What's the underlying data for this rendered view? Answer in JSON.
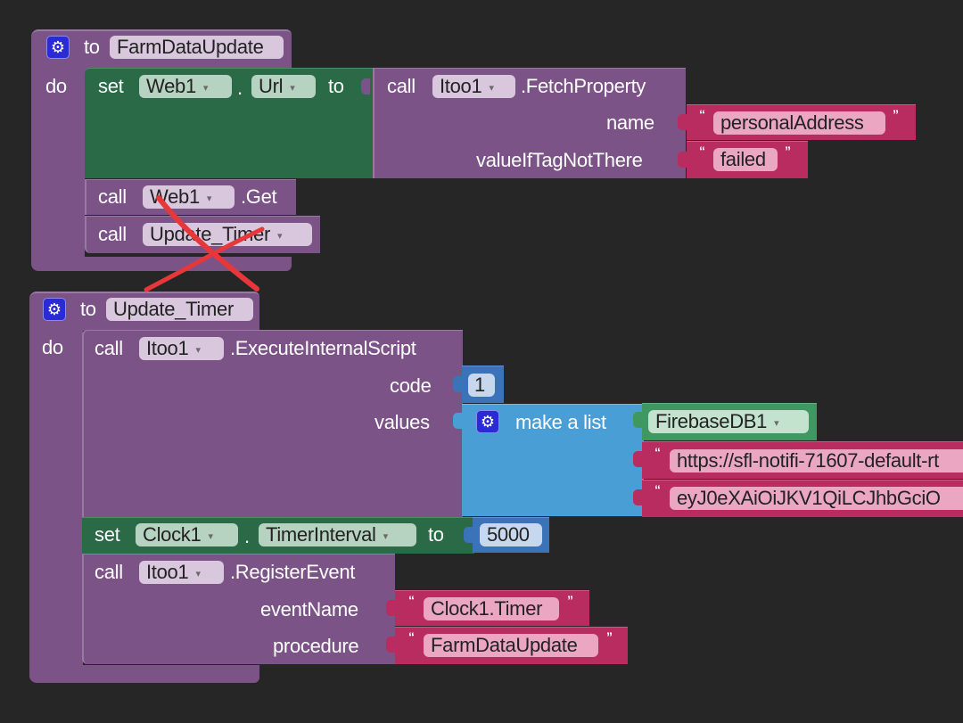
{
  "procedures": [
    {
      "keyword_to": "to",
      "name": "FarmDataUpdate",
      "keyword_do": "do",
      "statements": {
        "set_url": {
          "keyword_set": "set",
          "component": "Web1",
          "dot": ".",
          "property": "Url",
          "keyword_to": "to",
          "value_call": {
            "keyword_call": "call",
            "component": "Itoo1",
            "method": ".FetchProperty",
            "args": [
              {
                "label": "name",
                "value": "personalAddress"
              },
              {
                "label": "valueIfTagNotThere",
                "value": "failed"
              }
            ]
          }
        },
        "call_get": {
          "keyword_call": "call",
          "component": "Web1",
          "method": ".Get"
        },
        "call_proc": {
          "keyword_call": "call",
          "procedure": "Update_Timer"
        }
      }
    },
    {
      "keyword_to": "to",
      "name": "Update_Timer",
      "keyword_do": "do",
      "statements": {
        "execute": {
          "keyword_call": "call",
          "component": "Itoo1",
          "method": ".ExecuteInternalScript",
          "code_label": "code",
          "code_value": "1",
          "values_label": "values",
          "list": {
            "label": "make a list",
            "items": [
              "FirebaseDB1",
              "https://sfl-notifi-71607-default-rt",
              "eyJ0eXAiOiJKV1QiLCJhbGciO"
            ]
          }
        },
        "set_interval": {
          "keyword_set": "set",
          "component": "Clock1",
          "dot": ".",
          "property": "TimerInterval",
          "keyword_to": "to",
          "value": "5000"
        },
        "register": {
          "keyword_call": "call",
          "component": "Itoo1",
          "method": ".RegisterEvent",
          "args": [
            {
              "label": "eventName",
              "value": "Clock1.Timer"
            },
            {
              "label": "procedure",
              "value": "FarmDataUpdate"
            }
          ]
        }
      }
    }
  ],
  "annotation": {
    "type": "red-cross-mark",
    "color": "#e8373a"
  },
  "icons": {
    "mutator": "gear-icon",
    "dropdown": "▾",
    "open_quote": "“",
    "close_quote": "”",
    "gear_glyph": "⚙"
  }
}
